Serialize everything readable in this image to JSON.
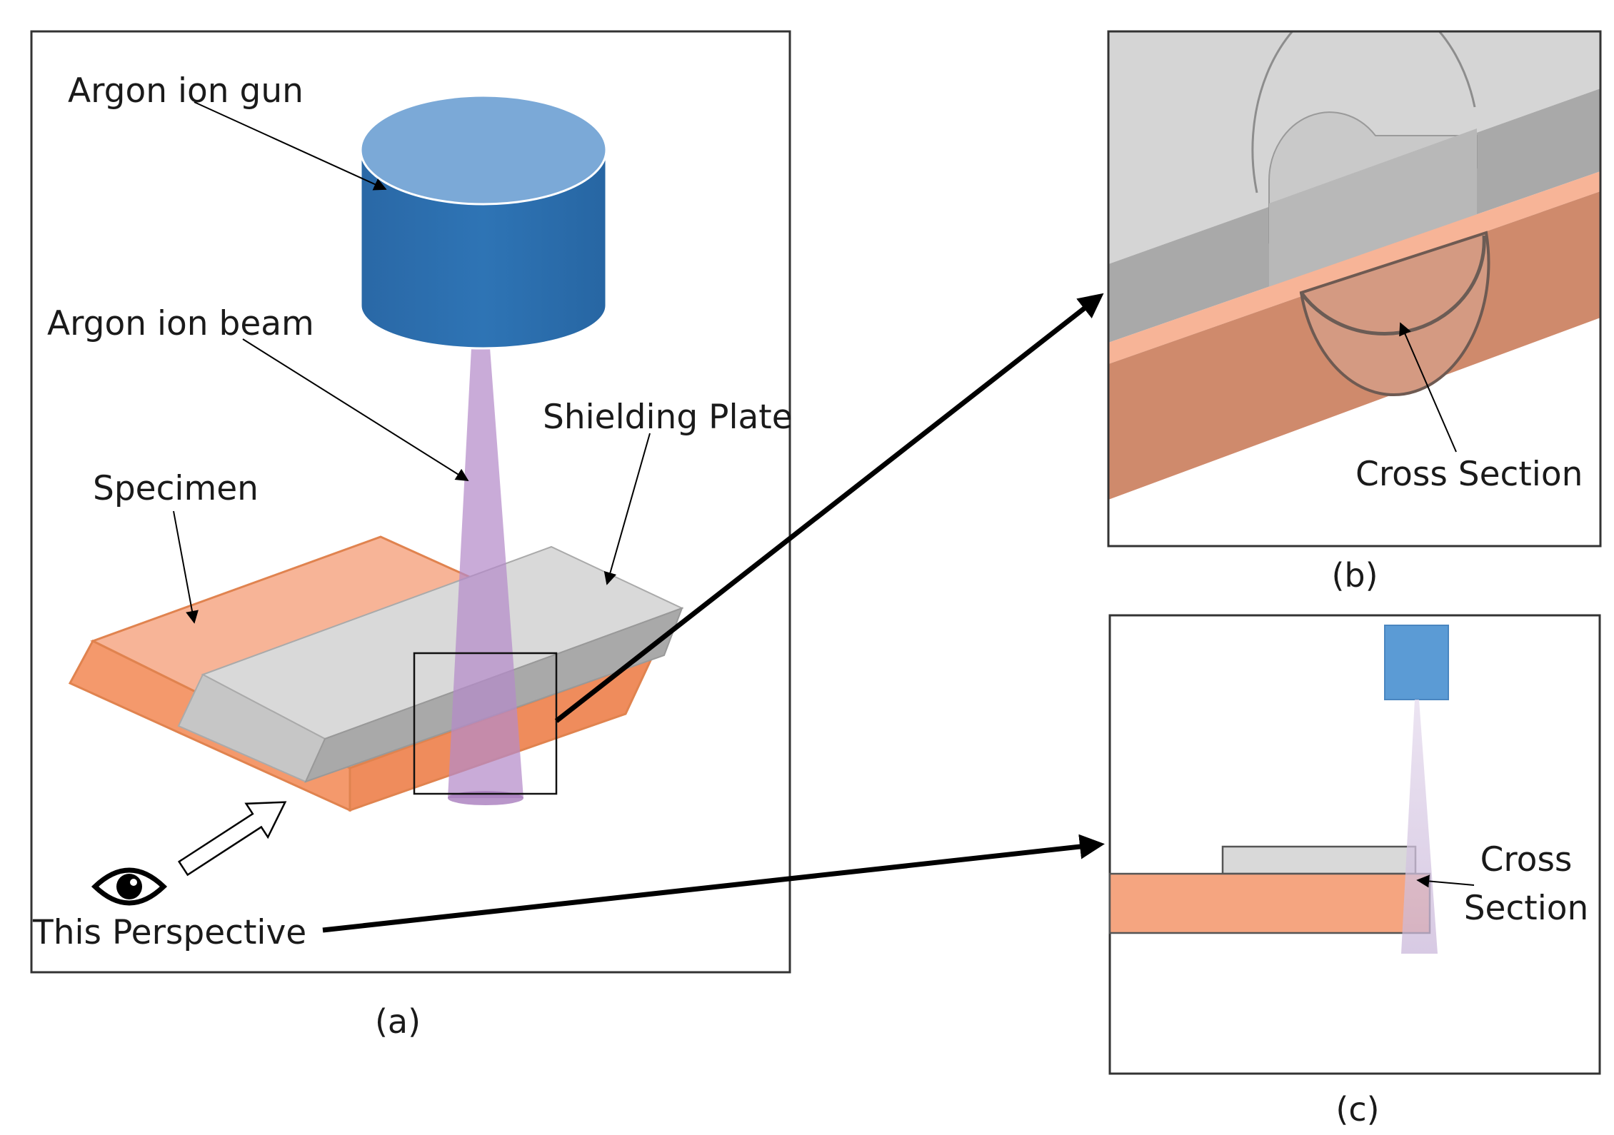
{
  "panel_a": {
    "labels": {
      "ion_gun": "Argon ion gun",
      "ion_beam": "Argon ion beam",
      "shielding_plate": "Shielding Plate",
      "specimen": "Specimen",
      "perspective": "This Perspective"
    },
    "caption": "(a)"
  },
  "panel_b": {
    "labels": {
      "cross_section": "Cross Section"
    },
    "caption": "(b)"
  },
  "panel_c": {
    "labels": {
      "cross_line1": "Cross",
      "cross_line2": "Section"
    },
    "caption": "(c)"
  },
  "colors": {
    "specimen": "#f5a580",
    "specimen_dark": "#e89064",
    "shield": "#d6d6d6",
    "shield_dark": "#a8a8a8",
    "gun_body": "#2e74b5",
    "gun_top": "#7aa8d6",
    "beam": "#b48ac9",
    "gun_square": "#5b9bd5"
  }
}
